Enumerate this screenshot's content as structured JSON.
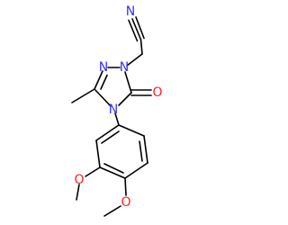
{
  "molecule": {
    "atoms": [
      {
        "label": "N",
        "color": "#3232ff"
      },
      {
        "label": "N",
        "color": "#3232ff"
      },
      {
        "label": "N",
        "color": "#3232ff"
      },
      {
        "label": "N",
        "color": "#3232ff"
      },
      {
        "label": "O",
        "color": "#ff2020"
      },
      {
        "label": "O",
        "color": "#ff2020"
      },
      {
        "label": "O",
        "color": "#ff2020"
      }
    ],
    "bond_color": "#000000"
  }
}
